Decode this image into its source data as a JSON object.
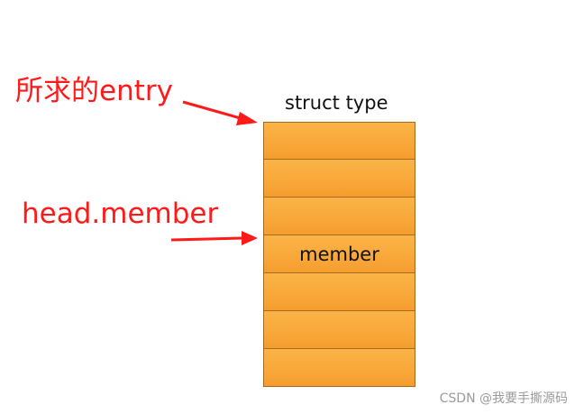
{
  "annotations": {
    "entry_label": "所求的entry",
    "head_member_label": "head.member"
  },
  "struct": {
    "title": "struct type",
    "cells": [
      "",
      "",
      "",
      "member",
      "",
      "",
      ""
    ]
  },
  "watermark": "CSDN @我要手撕源码",
  "colors": {
    "annotation": "#ff1a1a",
    "cell_fill": "#f9a83a",
    "cell_border": "#a7681f"
  }
}
